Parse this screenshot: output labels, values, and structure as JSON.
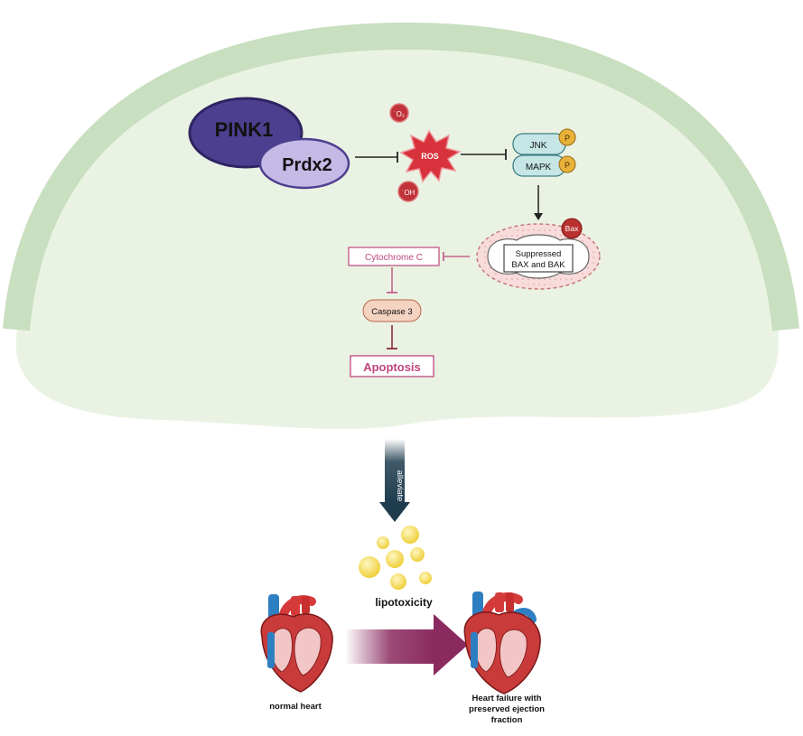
{
  "proteins": {
    "pink1": "PINK1",
    "prdx2": "Prdx2"
  },
  "ros": {
    "label": "ROS",
    "superoxide": "˙O₂",
    "hydroxyl": "˙OH"
  },
  "kinases": {
    "jnk": "JNK",
    "mapk": "MAPK",
    "phospho": "P"
  },
  "mitochondrion": {
    "bax_badge": "Bax",
    "label_line1": "Suppressed",
    "label_line2": "BAX and BAK"
  },
  "cascade": {
    "cytochrome": "Cytochrome C",
    "caspase": "Caspase 3",
    "apoptosis": "Apoptosis"
  },
  "arrow_label": "alleviate",
  "lipotoxicity": "lipotoxicity",
  "hearts": {
    "normal": "normal heart",
    "failure_line1": "Heart failure with",
    "failure_line2": "preserved ejection",
    "failure_line3": "fraction"
  },
  "colors": {
    "membrane": "#c8dfc0",
    "cytoplasm": "#eaf3e3",
    "pink1": "#4d3f8f",
    "prdx2": "#c5b9e6",
    "ros": "#d8323c",
    "kinase": "#c6e6e6",
    "phospho": "#e8b23a",
    "magenta": "#c0467d",
    "caspase": "#f4d3c1",
    "down_arrow": "#1e3c4e",
    "lipid": "#f3d84e",
    "flow_arrow": "#8a2a5e"
  }
}
